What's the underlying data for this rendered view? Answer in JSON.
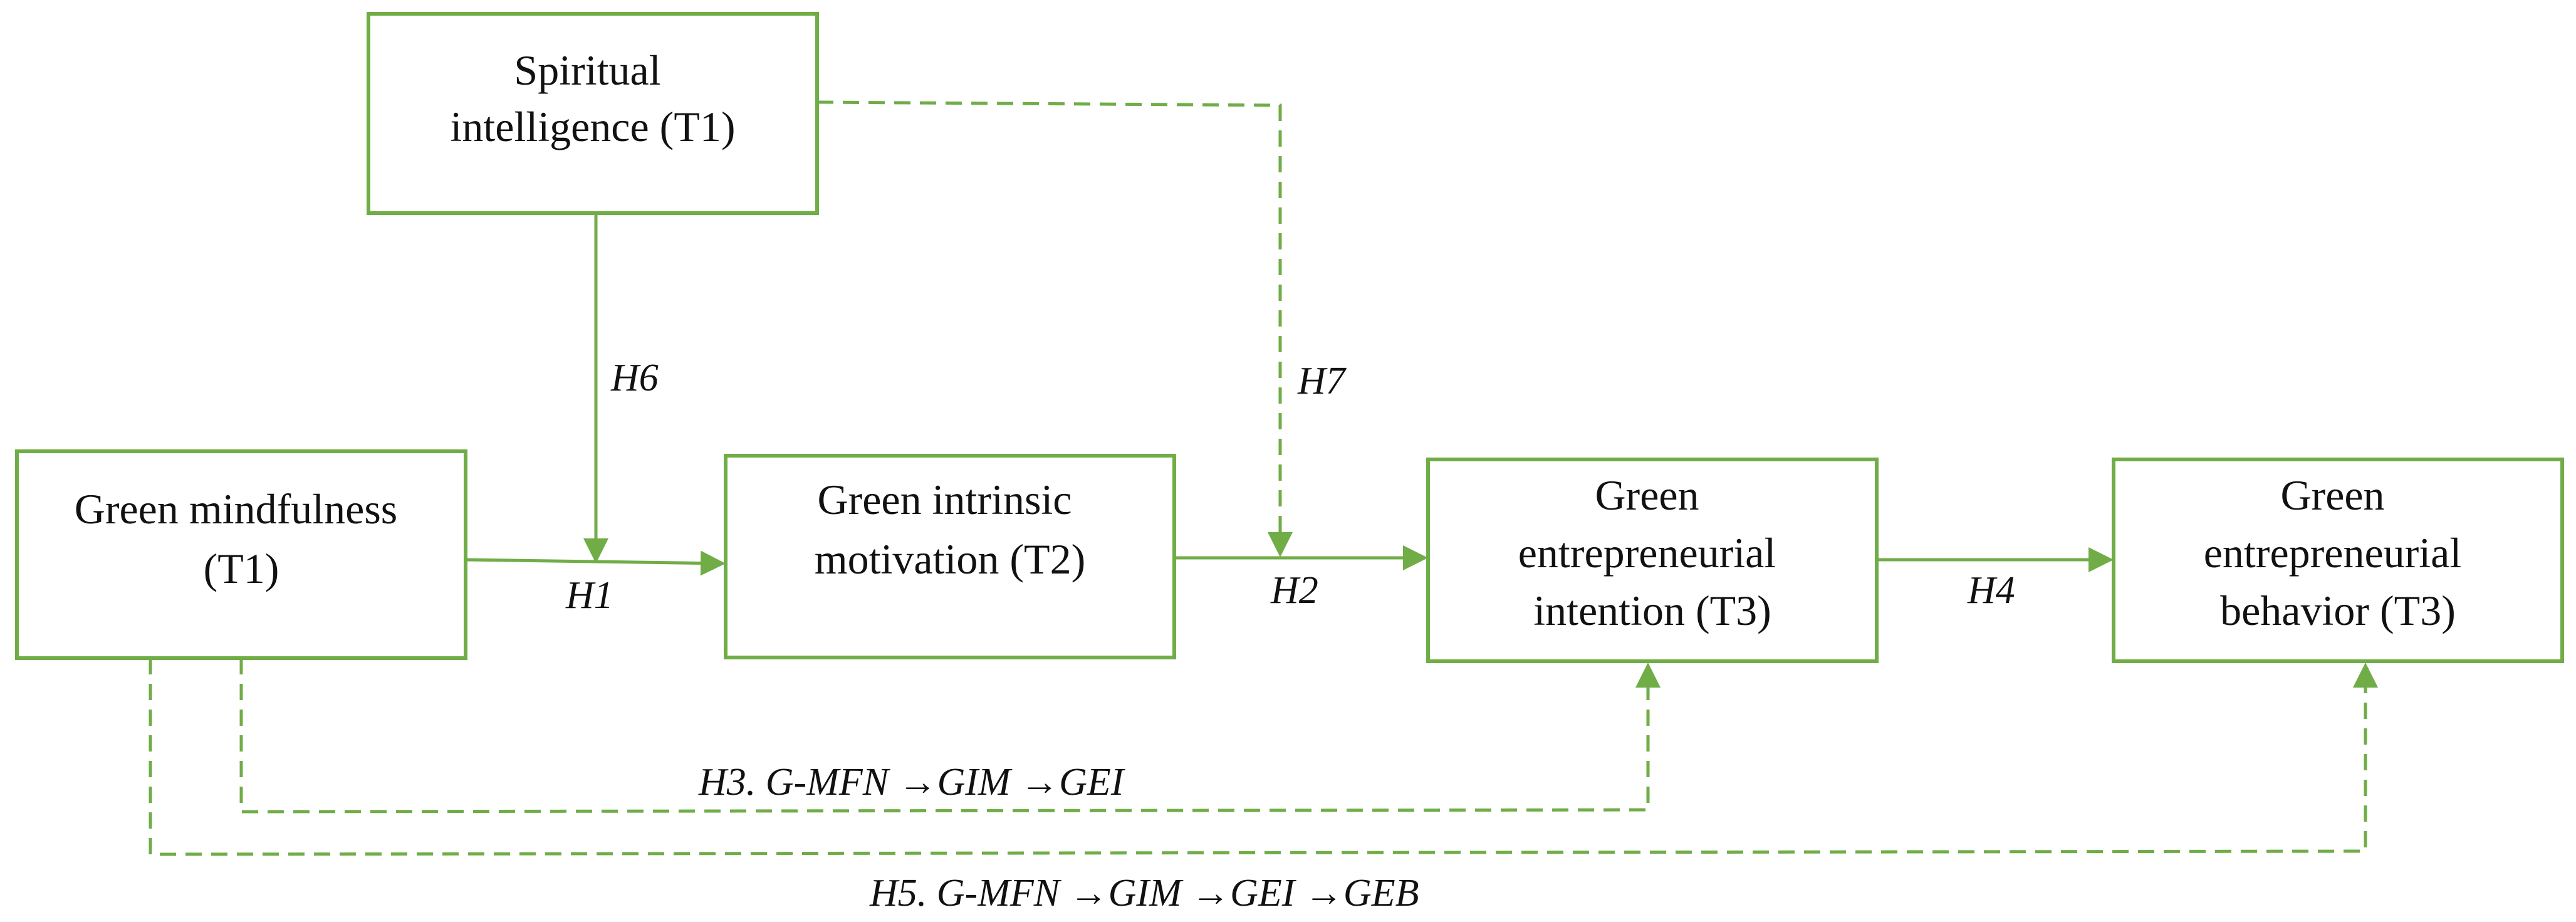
{
  "colors": {
    "accent": "#70ad47",
    "text": "#111111",
    "background": "#ffffff"
  },
  "nodes": {
    "spiritual_intelligence": {
      "lines": [
        "Spiritual",
        "intelligence (T1)"
      ]
    },
    "green_mindfulness": {
      "lines": [
        "Green mindfulness",
        "(T1)"
      ]
    },
    "green_intrinsic_motivation": {
      "lines": [
        "Green intrinsic",
        "motivation (T2)"
      ]
    },
    "green_entrepreneurial_intention": {
      "lines": [
        "Green",
        "entrepreneurial",
        "intention (T3)"
      ]
    },
    "green_entrepreneurial_behavior": {
      "lines": [
        "Green",
        "entrepreneurial",
        "behavior (T3)"
      ]
    }
  },
  "edges": {
    "h1": {
      "label": "H1",
      "style": "solid"
    },
    "h2": {
      "label": "H2",
      "style": "solid"
    },
    "h4": {
      "label": "H4",
      "style": "solid"
    },
    "h6": {
      "label": "H6",
      "style": "solid"
    },
    "h7": {
      "label": "H7",
      "style": "dashed"
    },
    "h3": {
      "label": "H3. G-MFN →GIM →GEI",
      "style": "dashed"
    },
    "h5": {
      "label": "H5. G-MFN →GIM →GEI →GEB",
      "style": "dashed"
    }
  }
}
